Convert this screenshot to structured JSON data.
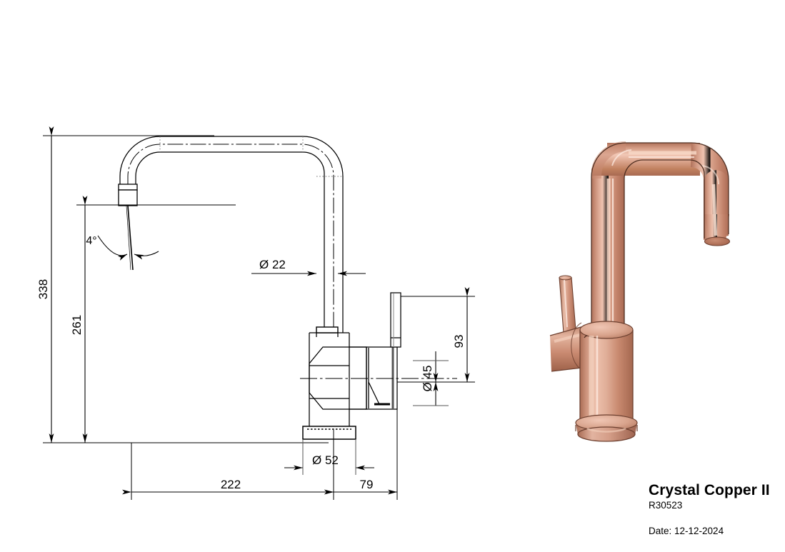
{
  "drawing": {
    "type": "engineering-drawing",
    "subject": "kitchen mixer tap / faucet",
    "views": [
      "dimensioned-side-elevation",
      "copper-3d-render"
    ]
  },
  "title_block": {
    "product_name": "Crystal Copper II",
    "product_code": "R30523",
    "date_label": "Date: 12-12-2024"
  },
  "dimensions": {
    "overall_height": "338",
    "spout_height": "261",
    "spout_reach": "222",
    "body_offset": "79",
    "lever_height": "93",
    "spout_tube_diameter": "Ø  22",
    "body_diameter": "Ø  45",
    "base_diameter": "Ø  52",
    "outlet_angle": "4°"
  },
  "colors": {
    "line": "#000000",
    "thin_line": "#555555",
    "copper_light": "#e9b6a2",
    "copper_mid": "#d3967f",
    "copper_dark": "#b5755c",
    "copper_shadow": "#9a5f49",
    "background": "#ffffff"
  }
}
